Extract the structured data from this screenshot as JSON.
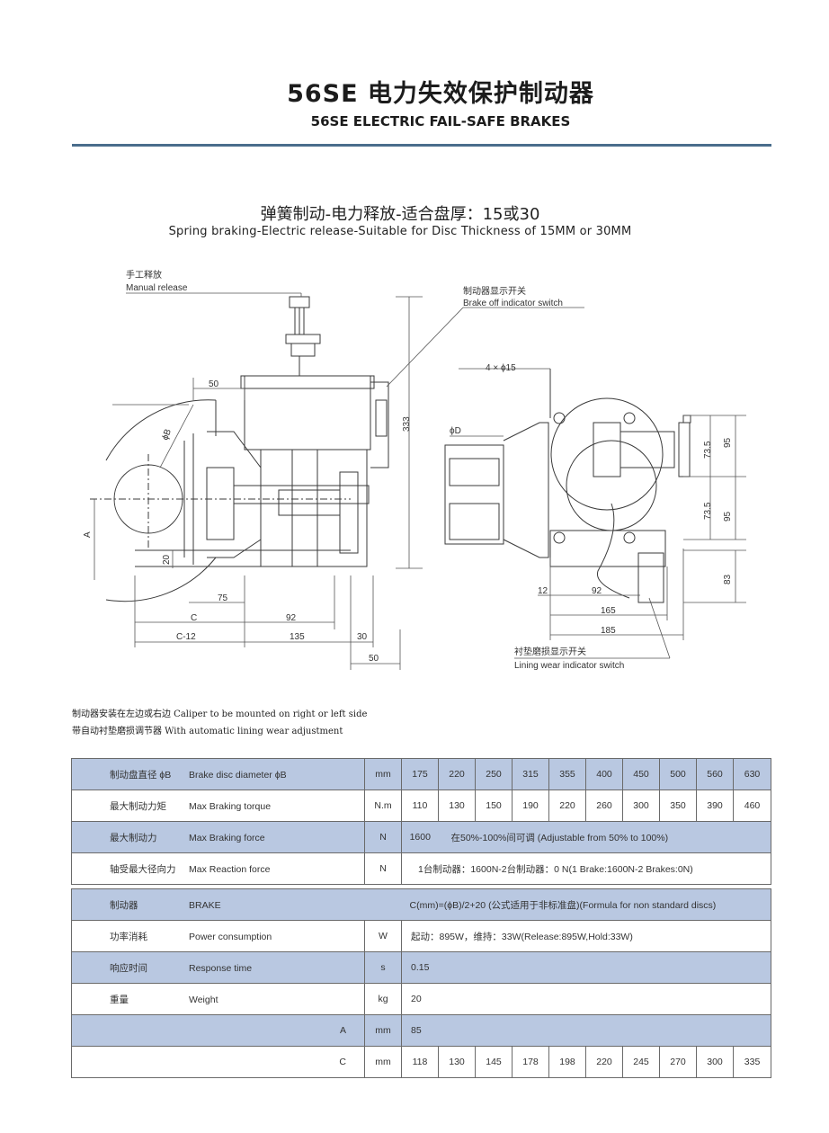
{
  "header": {
    "title_cn": "56SE 电力失效保护制动器",
    "title_en": "56SE ELECTRIC FAIL-SAFE BRAKES",
    "subtitle_cn": "弹簧制动-电力释放-适合盘厚：15或30",
    "subtitle_en": "Spring braking-Electric release-Suitable for Disc Thickness of 15MM or 30MM"
  },
  "drawing": {
    "labels": {
      "manual_release_cn": "手工释放",
      "manual_release_en": "Manual release",
      "brake_off_cn": "制动器显示开关",
      "brake_off_en": "Brake off indicator switch",
      "lining_wear_cn": "衬垫磨损显示开关",
      "lining_wear_en": "Lining wear indicator switch",
      "holes": "4 × ϕ15",
      "phi_b": "ϕB",
      "phi_d": "ϕD",
      "dim_a": "A",
      "dim_50_top": "50",
      "dim_333": "333",
      "dim_20": "20",
      "dim_75": "75",
      "dim_c": "C",
      "dim_92_left": "92",
      "dim_c12": "C-12",
      "dim_135": "135",
      "dim_30": "30",
      "dim_50_bottom": "50",
      "dim_73_5_top": "73.5",
      "dim_95_top": "95",
      "dim_73_5_bottom": "73.5",
      "dim_95_bottom": "95",
      "dim_83": "83",
      "dim_12": "12",
      "dim_92_right": "92",
      "dim_165": "165",
      "dim_185": "185"
    }
  },
  "notes": [
    "制动器安装在左边或右边  Caliper to be mounted on right or left side",
    "带自动衬垫磨损调节器  With automatic lining wear adjustment"
  ],
  "table1": {
    "rows": [
      {
        "label_cn": "制动盘直径 ϕB",
        "label_en": "Brake disc diameter ϕB",
        "unit": "mm",
        "values": [
          "175",
          "220",
          "250",
          "315",
          "355",
          "400",
          "450",
          "500",
          "560",
          "630"
        ]
      },
      {
        "label_cn": "最大制动力矩",
        "label_en": "Max Braking torque",
        "unit": "N.m",
        "values": [
          "110",
          "130",
          "150",
          "190",
          "220",
          "260",
          "300",
          "350",
          "390",
          "460"
        ]
      },
      {
        "label_cn": "最大制动力",
        "label_en": "Max Braking force",
        "unit": "N",
        "value_first": "1600",
        "value_rest": "在50%-100%间可调    (Adjustable from 50% to 100%)"
      },
      {
        "label_cn": "轴受最大径向力",
        "label_en": "Max Reaction force",
        "unit": "N",
        "value": "1台制动器：1600N-2台制动器：0 N(1 Brake:1600N-2 Brakes:0N)"
      }
    ]
  },
  "table2": {
    "brake_row": {
      "label_cn": "制动器",
      "label_en": "BRAKE",
      "value": "C(mm)=(ϕB)/2+20  (公式适用于非标准盘)(Formula for non standard discs)"
    },
    "rows": [
      {
        "label_cn": "功率消耗",
        "label_en": "Power consumption",
        "unit": "W",
        "value": "起动：895W，维持：33W(Release:895W,Hold:33W)"
      },
      {
        "label_cn": "响应时间",
        "label_en": "Response time",
        "unit": "s",
        "value": "0.15"
      },
      {
        "label_cn": "重量",
        "label_en": "Weight",
        "unit": "kg",
        "value": "20"
      }
    ],
    "a_row": {
      "label": "A",
      "unit": "mm",
      "value": "85"
    },
    "c_row": {
      "label": "C",
      "unit": "mm",
      "values": [
        "118",
        "130",
        "145",
        "178",
        "198",
        "220",
        "245",
        "270",
        "300",
        "335"
      ]
    }
  }
}
